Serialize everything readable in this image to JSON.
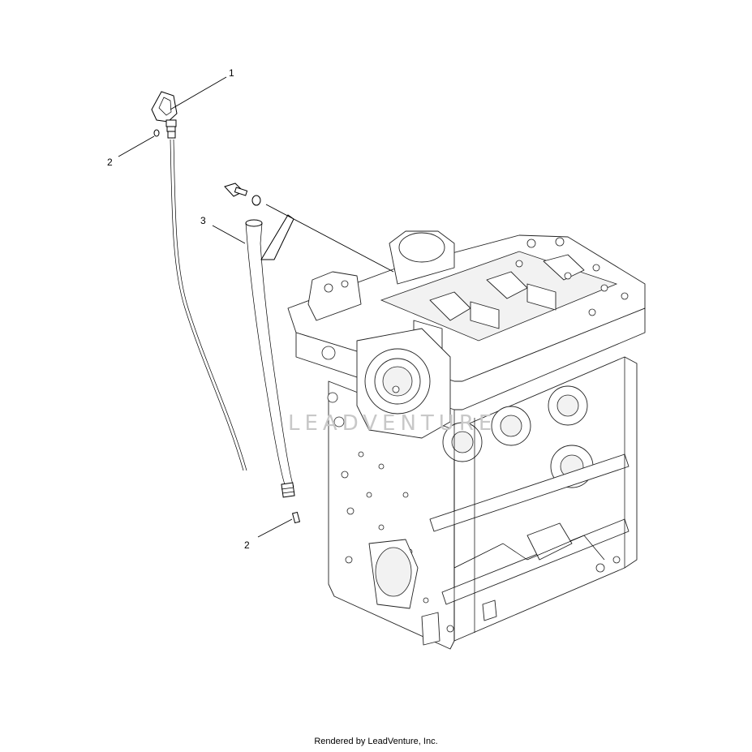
{
  "callouts": [
    {
      "id": "dipstick",
      "label": "1"
    },
    {
      "id": "oring-upper",
      "label": "2"
    },
    {
      "id": "dipstick-tube",
      "label": "3"
    },
    {
      "id": "oring-lower",
      "label": "2"
    }
  ],
  "watermark": "LEADVENTURE",
  "footer": "Rendered by LeadVenture, Inc."
}
